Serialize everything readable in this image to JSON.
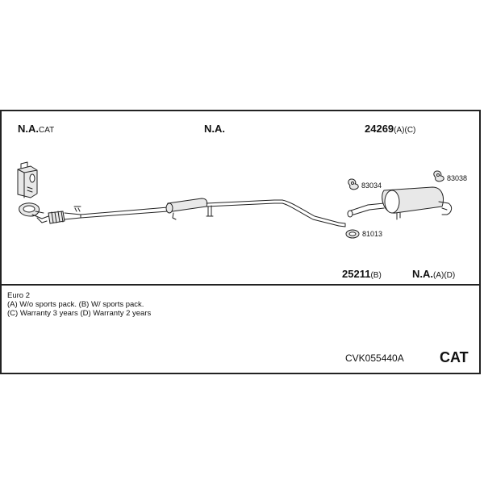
{
  "labels": {
    "top_left": {
      "main": "N.A.",
      "suffix": "CAT"
    },
    "top_mid": {
      "main": "N.A.",
      "suffix": ""
    },
    "top_right": {
      "main": "24269",
      "suffix": "(A)(C)"
    },
    "bot_mid": {
      "main": "25211",
      "suffix": "(B)"
    },
    "bot_right": {
      "main": "N.A.",
      "suffix": "(A)(D)"
    }
  },
  "parts": {
    "p83034": "83034",
    "p83038": "83038",
    "p81013": "81013"
  },
  "notes": [
    "Euro 2",
    "(A) W/o sports pack. (B) W/ sports pack.",
    "(C) Warranty 3 years (D) Warranty 2 years"
  ],
  "footer": {
    "code": "CVK055440A",
    "badge": "CAT"
  },
  "colors": {
    "line": "#222222",
    "fill": "#e8e8e8"
  }
}
